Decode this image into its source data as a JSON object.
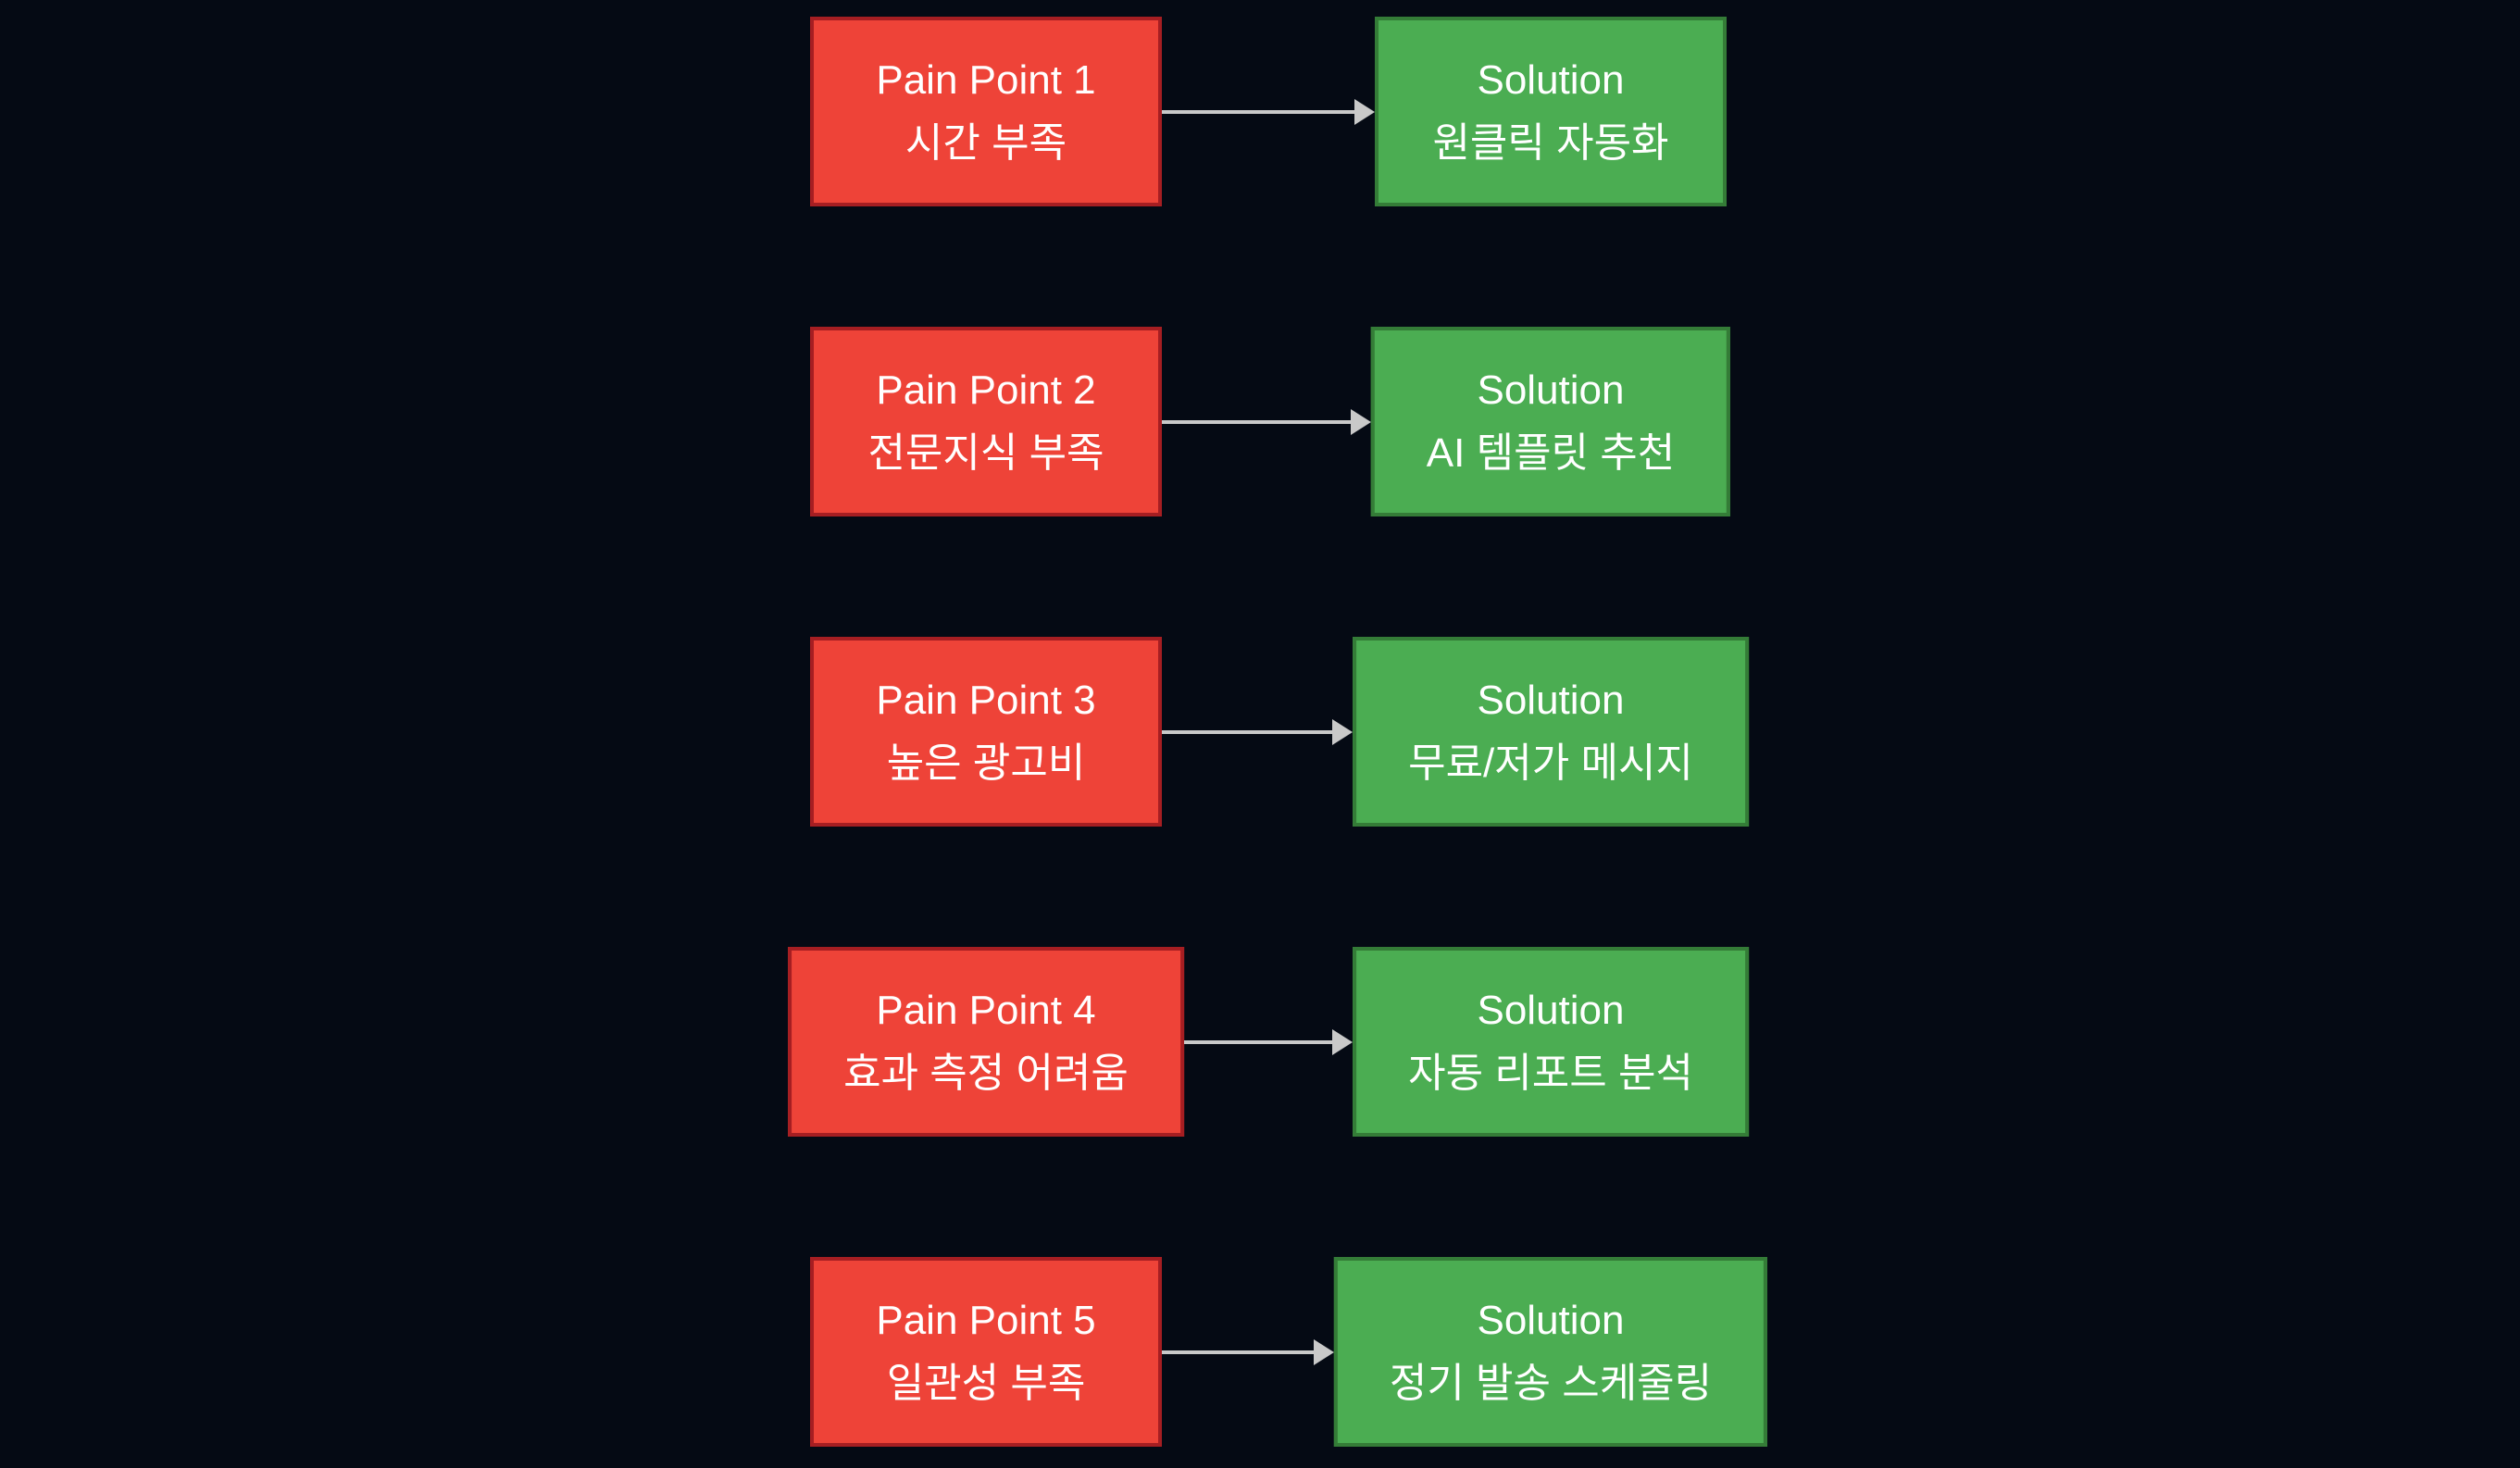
{
  "colors": {
    "background": "#050a14",
    "pain_fill": "#ee4338",
    "pain_border": "#a61e22",
    "solution_fill": "#4bad52",
    "solution_border": "#347c37",
    "arrow": "#c9c9c9",
    "text": "#ffffff"
  },
  "rows": [
    {
      "pain": {
        "title": "Pain Point 1",
        "subtitle": "시간 부족"
      },
      "solution": {
        "title": "Solution",
        "subtitle": "원클릭 자동화"
      }
    },
    {
      "pain": {
        "title": "Pain Point 2",
        "subtitle": "전문지식 부족"
      },
      "solution": {
        "title": "Solution",
        "subtitle": "AI 템플릿 추천"
      }
    },
    {
      "pain": {
        "title": "Pain Point 3",
        "subtitle": "높은 광고비"
      },
      "solution": {
        "title": "Solution",
        "subtitle": "무료/저가 메시지"
      }
    },
    {
      "pain": {
        "title": "Pain Point 4",
        "subtitle": "효과 측정 어려움"
      },
      "solution": {
        "title": "Solution",
        "subtitle": "자동 리포트 분석"
      }
    },
    {
      "pain": {
        "title": "Pain Point 5",
        "subtitle": "일관성 부족"
      },
      "solution": {
        "title": "Solution",
        "subtitle": "정기 발송 스케줄링"
      }
    }
  ]
}
